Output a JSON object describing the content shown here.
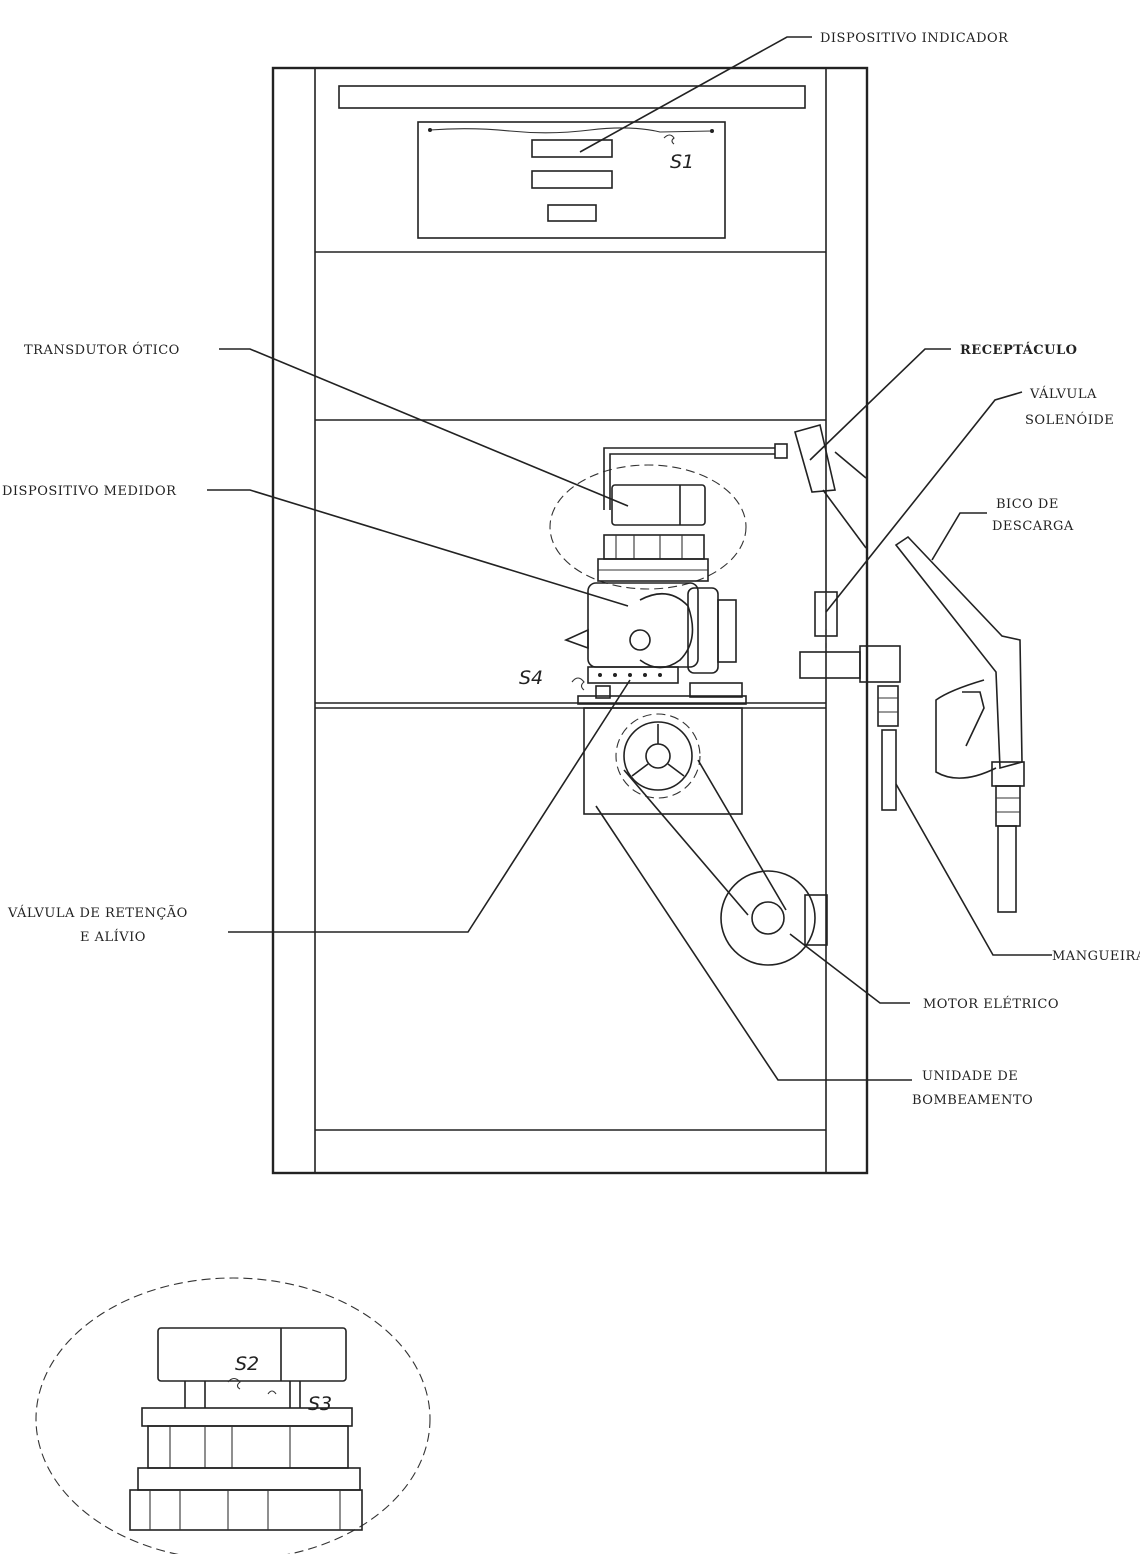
{
  "labels": {
    "dispositivo_indicador": "DISPOSITIVO INDICADOR",
    "transdutor_otico": "TRANSDUTOR ÓTICO",
    "dispositivo_medidor": "DISPOSITIVO MEDIDOR",
    "receptaculo": "RECEPTÁCULO",
    "valvula_solenoide_1": "VÁLVULA",
    "valvula_solenoide_2": "SOLENÓIDE",
    "bico_1": "BICO DE",
    "bico_2": "DESCARGA",
    "valvula_retencao_1": "VÁLVULA DE RETENÇÃO",
    "valvula_retencao_2": "E ALÍVIO",
    "mangueira": "MANGUEIRA",
    "motor_eletrico": "MOTOR ELÉTRICO",
    "unidade_1": "UNIDADE DE",
    "unidade_2": "BOMBEAMENTO"
  },
  "tags": {
    "s1": "S1",
    "s2": "S2",
    "s3": "S3",
    "s4": "S4"
  }
}
